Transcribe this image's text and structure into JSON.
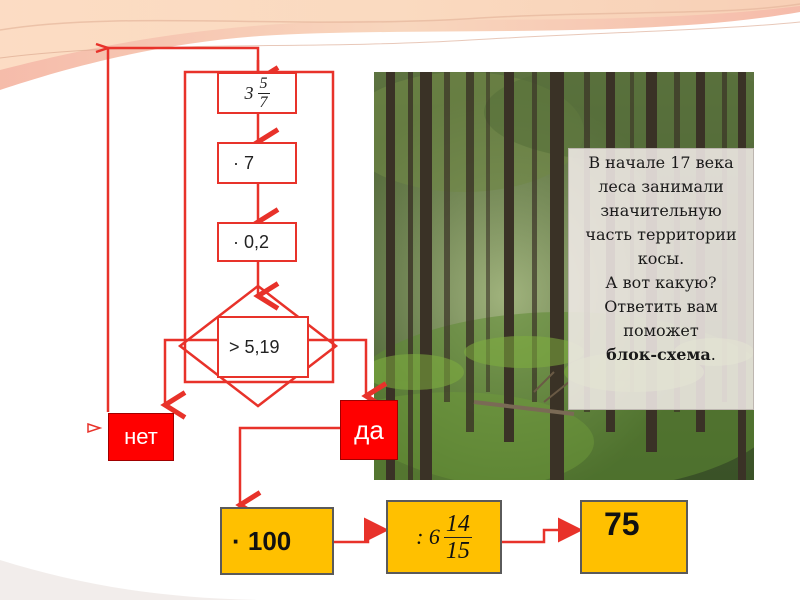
{
  "flow": {
    "step1": {
      "whole": "3",
      "num": "5",
      "den": "7"
    },
    "step2": "· 7",
    "step3": "· 0,2",
    "condition": ">  5,19",
    "no_label": "нет",
    "yes_label": "да",
    "mult_label": "·  100",
    "divide": {
      "prefix": ": 6",
      "num": "14",
      "den": "15"
    },
    "result": "75"
  },
  "panel": {
    "line1": "В начале 17 века",
    "line2": "леса занимали",
    "line3": "значительную",
    "line4": "часть территории",
    "line5": "косы.",
    "line6": "А вот какую?",
    "line7": "Ответить вам",
    "line8": "поможет",
    "line9": "блок-схема",
    "line9_suffix": "."
  },
  "colors": {
    "line": "#e8322a",
    "red_box": "#ff0000",
    "orange_box": "#ffc000"
  }
}
